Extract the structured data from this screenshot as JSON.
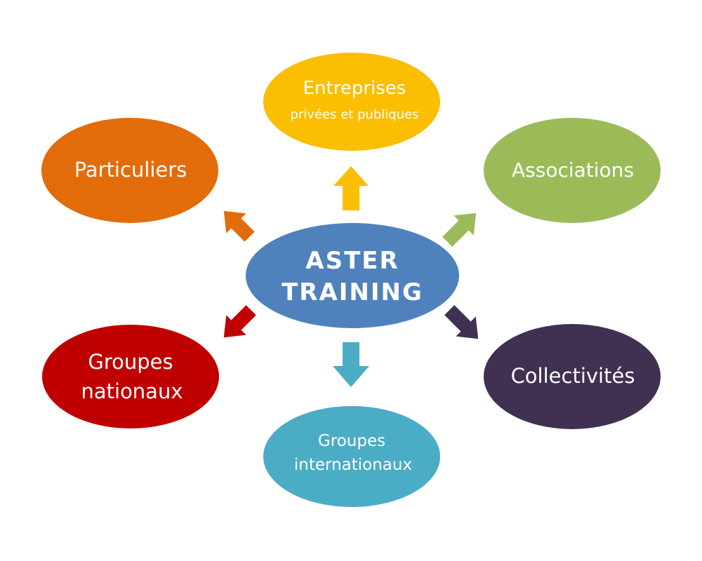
{
  "center": {
    "line1": "ASTER",
    "line2": "TRAINING",
    "color": "#4f81bd"
  },
  "nodes": {
    "entreprises": {
      "line1": "Entreprises",
      "line2": "privées et publiques",
      "color": "#fbbe00"
    },
    "particuliers": {
      "line1": "Particuliers",
      "color": "#e36c0a"
    },
    "associations": {
      "line1": "Associations",
      "color": "#9bbb59"
    },
    "groupes_nationaux": {
      "line1": "Groupes",
      "line2": "nationaux",
      "color": "#c00000"
    },
    "collectivites": {
      "line1": "Collectivités",
      "color": "#403152"
    },
    "groupes_internationaux": {
      "line1": "Groupes",
      "line2": "internationaux",
      "color": "#4bacc6"
    }
  }
}
